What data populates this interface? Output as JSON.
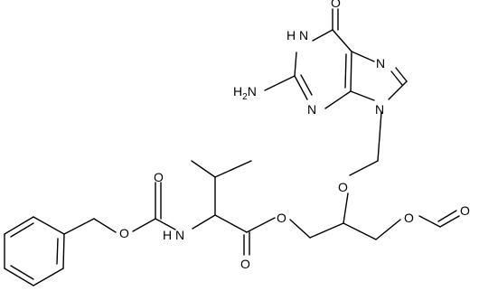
{
  "colors": {
    "background": "#ffffff",
    "bond": "#000000",
    "label": "#000000"
  },
  "atoms": {
    "purine_carbonyl_o": "O",
    "purine_nh": "H",
    "purine_n1": "N",
    "purine_n7": "N",
    "purine_n3": "N",
    "purine_n9": "N",
    "amino": "H2N",
    "ether_o": "O",
    "ester_o_glycerol": "O",
    "formate_o": "O",
    "formate_carbonyl_o": "O",
    "cbz_carbonyl_o": "O",
    "cbz_ester_o": "O",
    "amide_nh": "H",
    "amide_n": "N",
    "valine_carbonyl_o": "O"
  }
}
